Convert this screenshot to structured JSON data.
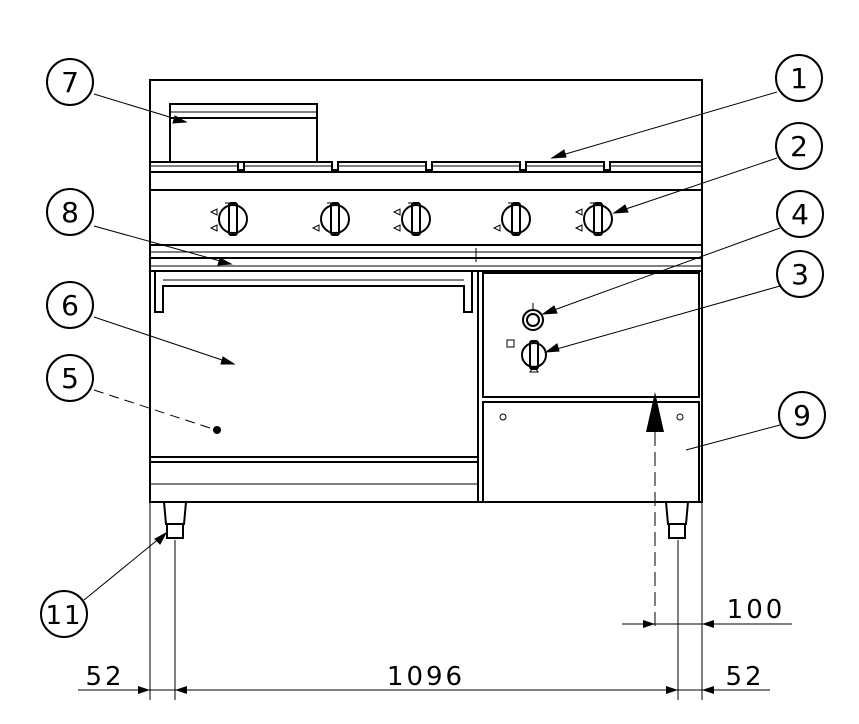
{
  "callouts": [
    {
      "id": "1",
      "label": "1"
    },
    {
      "id": "2",
      "label": "2"
    },
    {
      "id": "3",
      "label": "3"
    },
    {
      "id": "4",
      "label": "4"
    },
    {
      "id": "5",
      "label": "5"
    },
    {
      "id": "6",
      "label": "6"
    },
    {
      "id": "7",
      "label": "7"
    },
    {
      "id": "8",
      "label": "8"
    },
    {
      "id": "9",
      "label": "9"
    },
    {
      "id": "11",
      "label": "11"
    }
  ],
  "dimensions": {
    "left_offset": "52",
    "feet_span": "1096",
    "right_offset": "52",
    "inlet_offset": "100"
  },
  "colors": {
    "line": "#000000",
    "background": "#ffffff"
  }
}
